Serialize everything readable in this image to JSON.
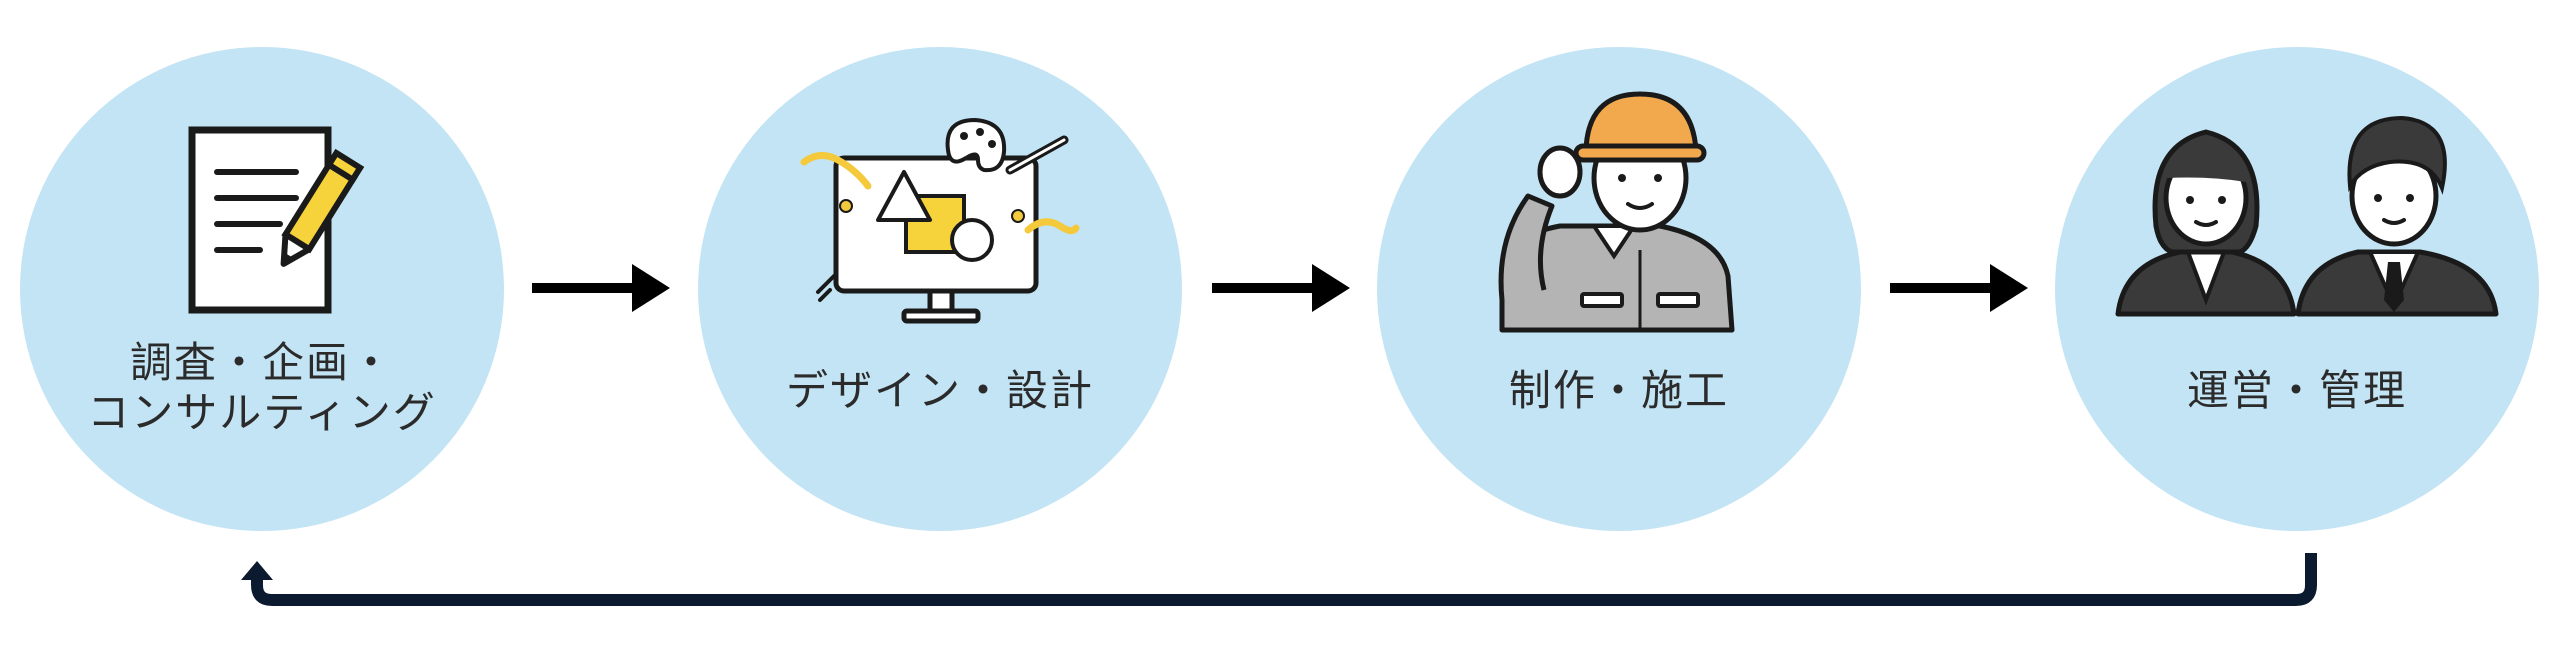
{
  "steps": [
    {
      "lines": [
        "調査・企画・",
        "コンサルティング"
      ],
      "icon": "document-pencil-icon"
    },
    {
      "lines": [
        "デザイン・設計"
      ],
      "icon": "design-monitor-icon"
    },
    {
      "lines": [
        "制作・施工"
      ],
      "icon": "construction-worker-icon"
    },
    {
      "lines": [
        "運営・管理"
      ],
      "icon": "business-people-icon"
    }
  ],
  "colors": {
    "circle": "#c3e4f4",
    "arrow": "#000000",
    "return_arrow": "#0b1a2e",
    "helmet": "#f2a94d",
    "pencil": "#f7d33b",
    "accent_yellow": "#f5c93c",
    "uniform": "#b4b4b4",
    "hair": "#3a3a3a"
  }
}
